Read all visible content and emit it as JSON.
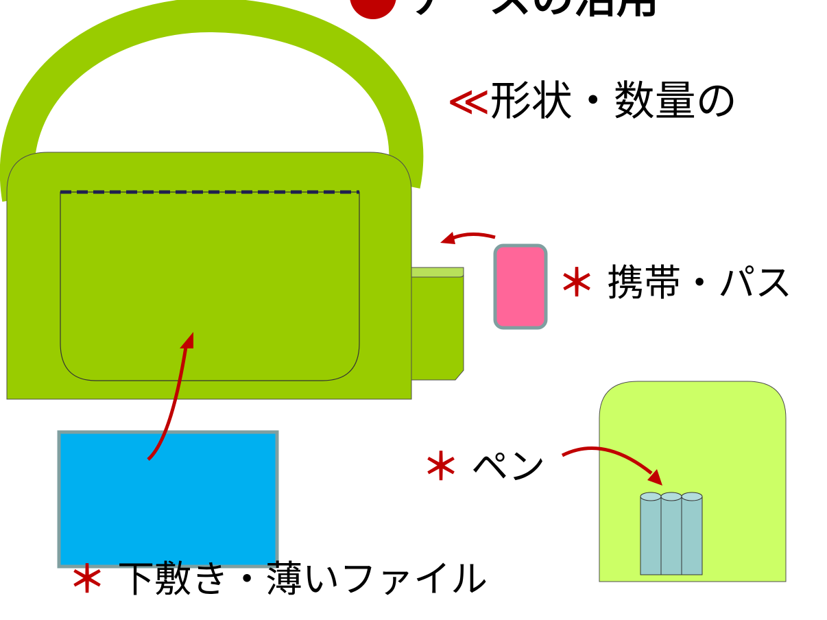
{
  "title_partial": "ケースの活用",
  "subtitle": {
    "mark": "≪",
    "text": "形状・数量の"
  },
  "labels": {
    "phone": {
      "star": "＊",
      "text": "携帯・パス"
    },
    "pen": {
      "star": "＊",
      "text": "ペン"
    },
    "sheet": {
      "star": "＊",
      "text": "下敷き・薄いファイル"
    }
  },
  "colors": {
    "bag_green": "#99cc00",
    "light_green": "#ccff66",
    "phone_pink": "#ff6699",
    "file_blue": "#00b0f0",
    "pen_teal": "#99cccc",
    "arrow_red": "#c00000",
    "stitch_navy": "#1f1f4f"
  }
}
